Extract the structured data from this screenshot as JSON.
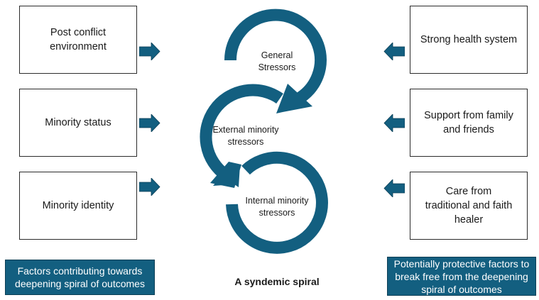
{
  "colors": {
    "accent": "#135f80",
    "border": "#2b2b2b"
  },
  "left_factors": [
    {
      "label": "Post conflict environment",
      "arrow": "arrow-right-icon"
    },
    {
      "label": "Minority status",
      "arrow": "arrow-right-icon"
    },
    {
      "label": "Minority identity",
      "arrow": "arrow-right-icon"
    }
  ],
  "right_factors": [
    {
      "label": "Strong health system",
      "arrow": "arrow-left-icon"
    },
    {
      "label": "Support from family and friends",
      "arrow": "arrow-left-icon"
    },
    {
      "label": "Care from traditional and faith healer",
      "arrow": "arrow-left-icon"
    }
  ],
  "spiral": {
    "stages": [
      {
        "label": "General Stressors"
      },
      {
        "label": "External minority stressors"
      },
      {
        "label": "Internal minority stressors"
      }
    ],
    "caption": "A syndemic spiral"
  },
  "legend": {
    "left": "Factors contributing towards deepening spiral of outcomes",
    "right": "Potentially protective factors to break free from the deepening spiral of outcomes"
  }
}
